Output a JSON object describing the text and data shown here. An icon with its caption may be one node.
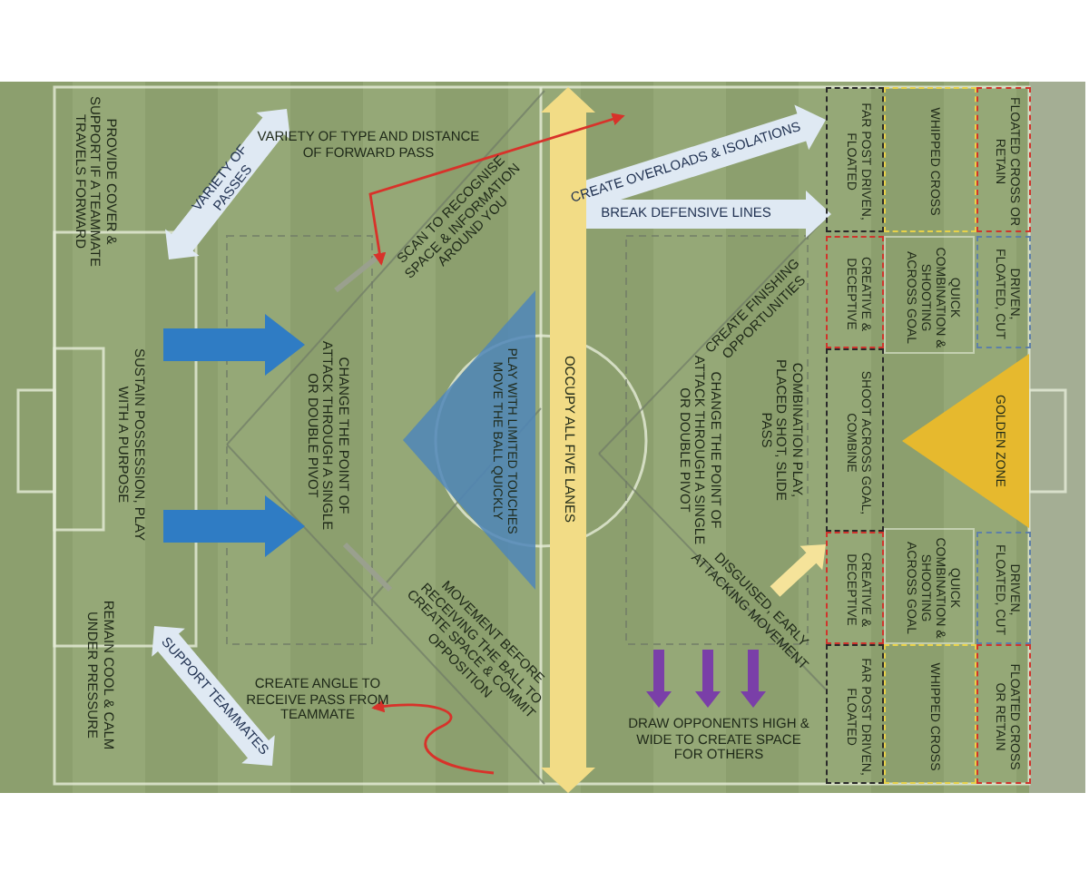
{
  "diagram": {
    "nodes": [
      {
        "text": [
          "PLAY WITH LIMITED TOUCHES MOVE THE BALL QUICKLY"
        ]
      },
      {
        "text": [
          "FAR POST DRIVEN, FLOATED"
        ]
      },
      {
        "text": [
          "WHIPPED CROSS"
        ]
      },
      {
        "text": [
          "FLOATED CROSS OR RETAIN"
        ]
      },
      {
        "text": [
          "CREATIVE & DECEPTIVE"
        ]
      },
      {
        "text": [
          "QUICK COMBINATION & SHOOTING ACROSS GOAL"
        ]
      },
      {
        "text": [
          "DRIVEN, FLOATED, CUT"
        ]
      },
      {
        "text": [
          "SHOOT ACROSS GOAL, COMBINE"
        ]
      },
      {
        "text": [
          "GOLDEN ZONE"
        ]
      },
      {
        "text": [
          "CREATIVE & DECEPTIVE"
        ]
      },
      {
        "text": [
          "QUICK COMBINATION & SHOOTING ACROSS GOAL"
        ]
      },
      {
        "text": [
          "DRIVEN, FLOATED, CUT"
        ]
      },
      {
        "text": [
          "FAR POST DRIVEN, FLOATED"
        ]
      },
      {
        "text": [
          "WHIPPED CROSS"
        ]
      },
      {
        "text": [
          "FLOATED CROSS OR RETAIN"
        ]
      }
    ],
    "edges": [
      {
        "from": null,
        "to": 9,
        "arrow": "to"
      }
    ],
    "labels": [
      "PROVIDE COVER & SUPPORT IF A TEAMMATE TRAVELS FORWARD",
      "VARIETY OF PASSES",
      "VARIETY OF TYPE AND DISTANCE OF FORWARD PASS",
      "SCAN TO RECOGNISE SPACE & INFORMATION AROUND YOU",
      "CREATE OVERLOADS & ISOLATIONS",
      "BREAK DEFENSIVE LINES",
      "CREATE FINISHING OPPORTUNITIES",
      "SUSTAIN POSSESSION, PLAY WITH A PURPOSE",
      "CHANGE THE POINT OF ATTACK THROUGH A SINGLE OR DOUBLE PIVOT",
      "OCCUPY ALL FIVE LANES",
      "CHANGE THE POINT OF ATTACK THROUGH A SINGLE OR DOUBLE PIVOT",
      "COMBINATION PLAY, PLACED SHOT, SLIDE PASS",
      "REMAIN COOL & CALM UNDER PRESSURE",
      "SUPPORT TEAMMATES",
      "CREATE ANGLE TO RECEIVE PASS FROM TEAMMATE",
      "MOVEMENT BEFORE RECEIVING THE BALL TO CREATE SPACE & COMMIT OPPOSITION",
      "DISGUISED, EARLY ATTACKING MOVEMENT",
      "DRAW OPPONENTS HIGH & WIDE TO CREATE SPACE FOR OTHERS"
    ]
  }
}
